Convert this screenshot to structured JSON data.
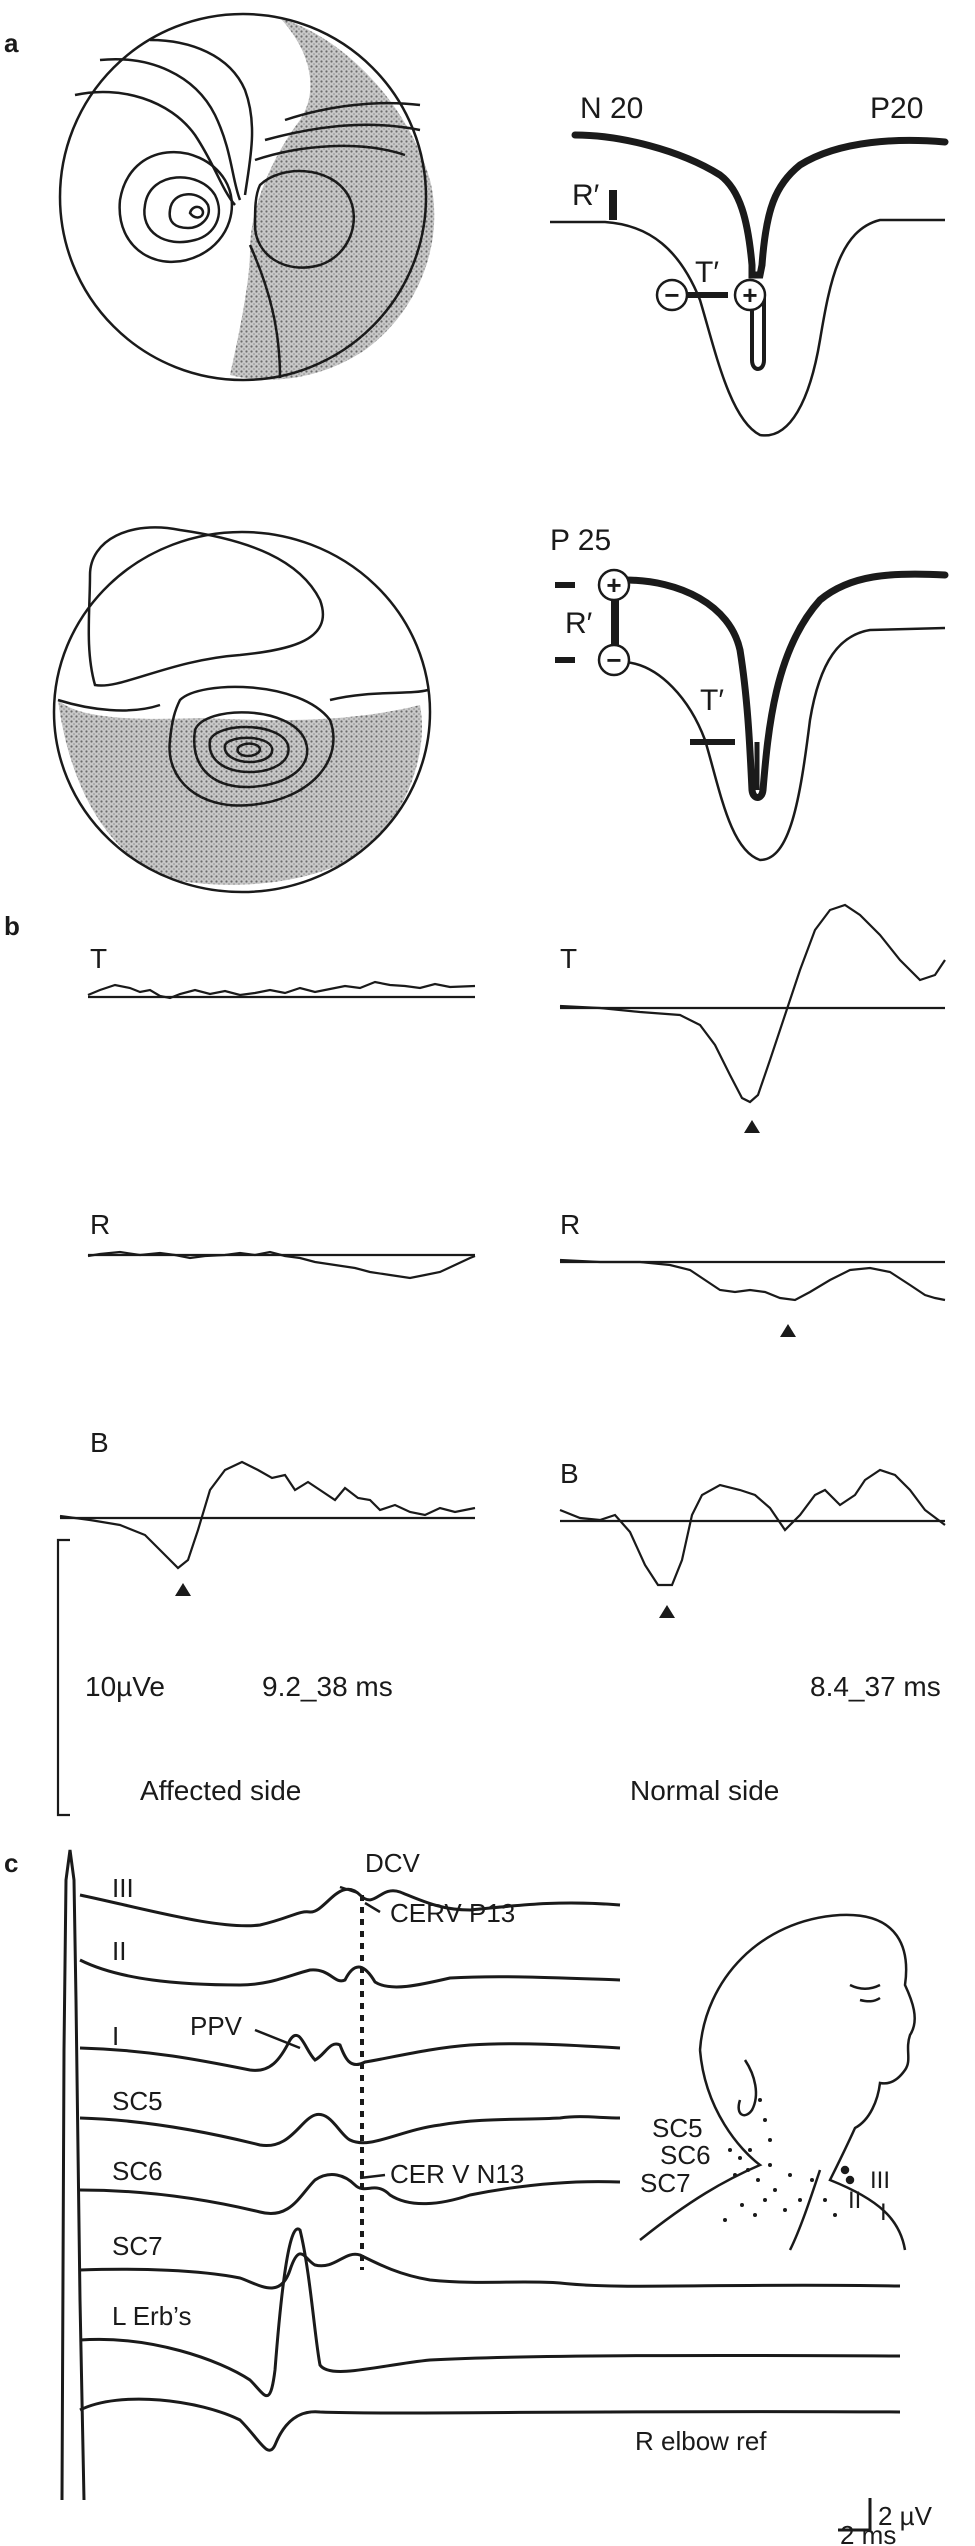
{
  "panel_a": {
    "label": "a",
    "top": {
      "n20": "N 20",
      "p20": "P20",
      "r_prime": "R′",
      "t_prime": "T′",
      "minus": "−",
      "plus": "+"
    },
    "bottom": {
      "p25": "P 25",
      "r_prime": "R′",
      "t_prime": "T′",
      "plus": "+",
      "minus": "−"
    }
  },
  "panel_b": {
    "label": "b",
    "affected": {
      "t": "T",
      "r": "R",
      "b": "B"
    },
    "normal": {
      "t": "T",
      "r": "R",
      "b": "B"
    },
    "scale": "10µVe",
    "affected_timing": "9.2_38 ms",
    "normal_timing": "8.4_37 ms",
    "affected_caption": "Affected side",
    "normal_caption": "Normal side"
  },
  "panel_c": {
    "label": "c",
    "traces": [
      "III",
      "II",
      "I",
      "SC5",
      "SC6",
      "SC7",
      "L Erb’s"
    ],
    "dcv": "DCV",
    "cerv_p13": "CERV P13",
    "ppv": "PPV",
    "cerv_n13": "CER V N13",
    "ref": "R elbow ref",
    "head_labels": {
      "sc5": "SC5",
      "sc6": "SC6",
      "sc7": "SC7",
      "iii": "III",
      "ii": "II",
      "i": "I"
    },
    "scale_v": "2 µV",
    "scale_t": "2 ms"
  }
}
